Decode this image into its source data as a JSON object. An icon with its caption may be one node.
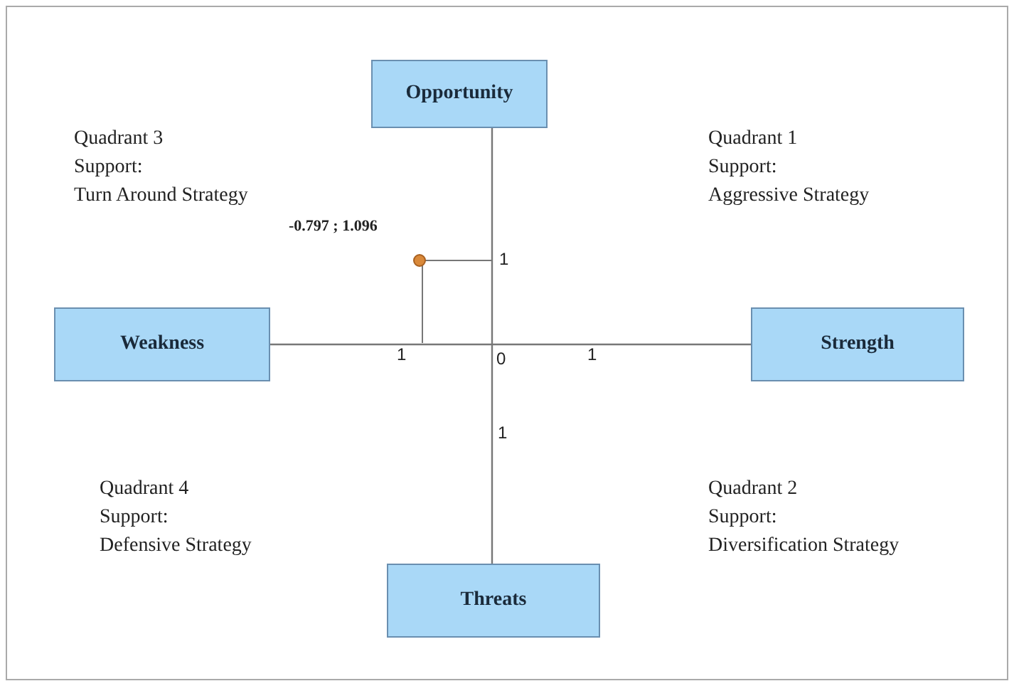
{
  "diagram": {
    "nodes": [
      {
        "text": [
          "Opportunity"
        ]
      },
      {
        "text": [
          "Weakness"
        ]
      },
      {
        "text": [
          "Strength"
        ]
      },
      {
        "text": [
          "Threats"
        ]
      },
      {
        "text": [],
        "shape": "circle",
        "beside": [
          "-0.797 ; 1.096"
        ]
      }
    ],
    "edges": [
      {
        "from": 0,
        "to": 3,
        "arrow": "none"
      },
      {
        "from": 1,
        "to": 2,
        "arrow": "none"
      }
    ],
    "labels": [
      "Quadrant 3",
      "Support:",
      "Turn Around Strategy",
      "Quadrant 1",
      "Support:",
      "Aggressive Strategy",
      "1",
      "1",
      "0",
      "1",
      "1",
      "Quadrant 4",
      "Support:",
      "Defensive Strategy",
      "Quadrant 2",
      "Support:",
      "Diversification Strategy"
    ]
  }
}
